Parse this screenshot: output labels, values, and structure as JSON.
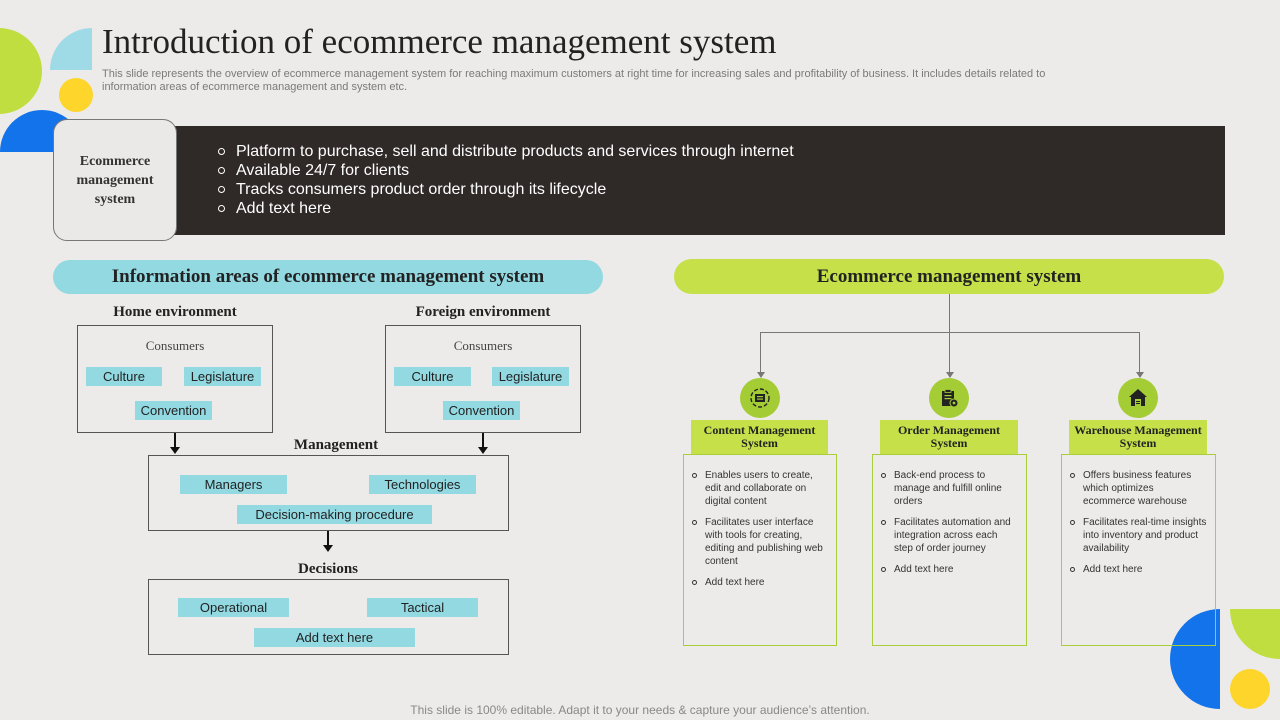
{
  "title": "Introduction of ecommerce management system",
  "subtitle": "This slide represents the overview of ecommerce management system for reaching maximum customers at right time for increasing sales and profitability of business. It includes details related to information areas of ecommerce management and system etc.",
  "definition": {
    "label": "Ecommerce management system",
    "bullets": [
      "Platform to purchase, sell and distribute products and services through internet",
      "Available 24/7 for clients",
      "Tracks consumers product order through its lifecycle",
      "Add text here"
    ]
  },
  "info_areas": {
    "header": "Information  areas of ecommerce management system",
    "home": {
      "heading": "Home environment",
      "consumers": "Consumers",
      "culture": "Culture",
      "legislature": "Legislature",
      "convention": "Convention"
    },
    "foreign": {
      "heading": "Foreign environment",
      "consumers": "Consumers",
      "culture": "Culture",
      "legislature": "Legislature",
      "convention": "Convention"
    },
    "management": {
      "heading": "Management",
      "managers": "Managers",
      "technologies": "Technologies",
      "procedure": "Decision-making procedure"
    },
    "decisions": {
      "heading": "Decisions",
      "operational": "Operational",
      "tactical": "Tactical",
      "add": "Add text here"
    }
  },
  "system": {
    "header": "Ecommerce management system",
    "columns": [
      {
        "icon": "content-management-icon",
        "label": "Content Management System",
        "items": [
          "Enables users to create, edit and collaborate on digital content",
          "Facilitates user interface with tools for creating, editing and publishing web content",
          "Add text here"
        ]
      },
      {
        "icon": "order-clipboard-icon",
        "label": "Order Management System",
        "items": [
          "Back-end process to manage and fulfill online orders",
          "Facilitates automation and integration across each step of order journey",
          "Add text here"
        ]
      },
      {
        "icon": "warehouse-icon",
        "label": "Warehouse Management System",
        "items": [
          "Offers business features which optimizes ecommerce warehouse",
          "Facilitates real-time insights into inventory and product availability",
          "Add text here"
        ]
      }
    ]
  },
  "footer": "This slide is 100% editable. Adapt it to your needs & capture your audience’s attention.",
  "colors": {
    "background": "#edebe9",
    "dark_band": "#2f2928",
    "light_blue": "#93d9e2",
    "lime": "#c6e04a",
    "icon_green": "#a4cc35",
    "blue": "#1273eb",
    "yellow": "#fdd52b",
    "sky": "#9fdbe6"
  }
}
